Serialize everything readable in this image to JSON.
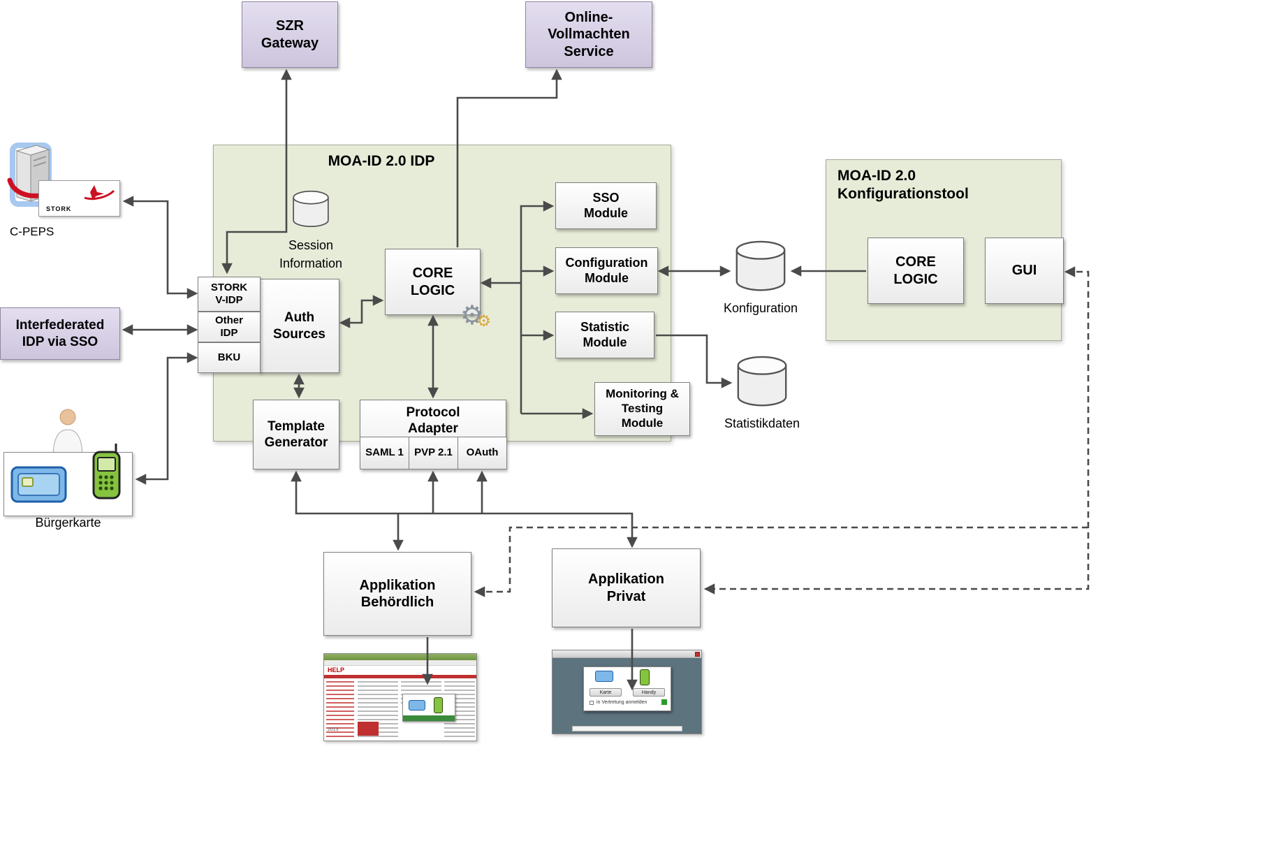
{
  "colors": {
    "purple_box": "#d9d2e4",
    "green_container": "#e7ecd9",
    "box_border": "#7f7f7f",
    "arrow": "#4a4a4a",
    "stork_red": "#cc1122",
    "card_blue": "#7db8e8",
    "phone_green": "#86c440"
  },
  "icons": {
    "session_store": "database-cylinder-icon",
    "konfiguration_store": "database-cylinder-icon",
    "statistik_store": "database-cylinder-icon",
    "core_logic_decoration": "gears-icon",
    "cpeps": "server-icon",
    "citizen": "person-icon",
    "citizen_card": "smartcard-icon",
    "citizen_phone": "mobile-phone-icon"
  },
  "nodes": {
    "szr_gateway": "SZR\nGateway",
    "online_vollmachten": "Online-\nVollmachten\nService",
    "idp_title": "MOA-ID 2.0 IDP",
    "session_information": "Session\nInformation",
    "core_logic": "CORE\nLOGIC",
    "sso_module": "SSO\nModule",
    "configuration_module": "Configuration\nModule",
    "statistic_module": "Statistic\nModule",
    "monitoring_module": "Monitoring &\nTesting\nModule",
    "auth_sources": "Auth\nSources",
    "stork_vidp": "STORK\nV-IDP",
    "other_idp": "Other\nIDP",
    "bku": "BKU",
    "template_generator": "Template\nGenerator",
    "protocol_adapter": "Protocol\nAdapter",
    "saml1": "SAML 1",
    "pvp21": "PVP 2.1",
    "oauth": "OAuth",
    "konfigtool_title": "MOA-ID 2.0\nKonfigurationstool",
    "konfig_core_logic": "CORE\nLOGIC",
    "gui": "GUI",
    "konfiguration": "Konfiguration",
    "statistikdaten": "Statistikdaten",
    "cpeps": "C-PEPS",
    "stork_logo": "STORK",
    "interfederated_idp": "Interfederated\nIDP via SSO",
    "buergerkarte": "Bürgerkarte",
    "applikation_behoerdlich": "Applikation\nBehördlich",
    "applikation_privat": "Applikation\nPrivat"
  },
  "screens": {
    "help_portal": {
      "brand": "HELP",
      "year": "2013"
    },
    "bku_dialog": {
      "karte_button": "Karte",
      "handy_button": "Handy",
      "vertretung_checkbox": "in Vertretung anmelden"
    }
  }
}
